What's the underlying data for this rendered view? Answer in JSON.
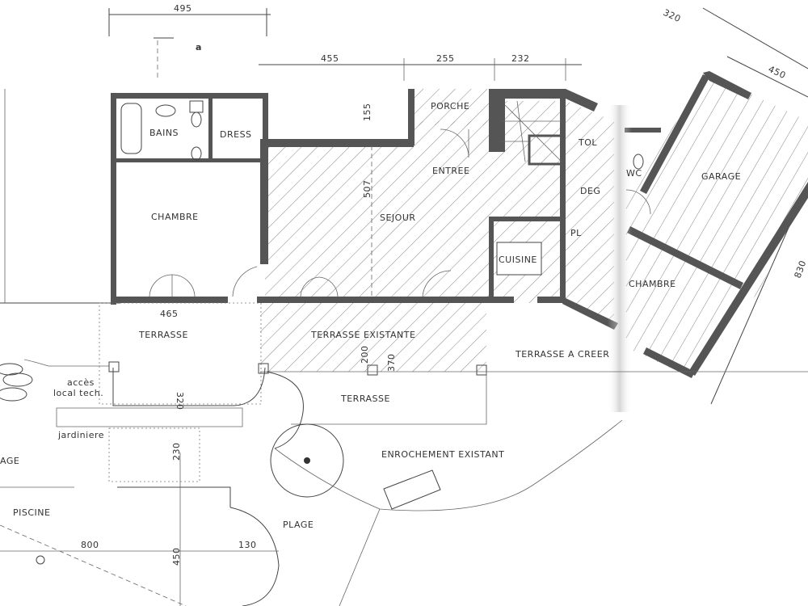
{
  "dimensions": {
    "top_width": "495",
    "section_mark": "a",
    "d455": "455",
    "d255": "255",
    "d232": "232",
    "d320_top": "320",
    "d450_right": "450",
    "d830": "830",
    "d155": "155",
    "d507": "507",
    "d465": "465",
    "d200": "200",
    "d370": "370",
    "d320_jard": "320",
    "d230": "230",
    "d800": "800",
    "d450_pool": "450",
    "d130": "130"
  },
  "rooms": {
    "porche": "PORCHE",
    "bains": "BAINS",
    "dress": "DRESS",
    "entree": "ENTREE",
    "chambre_left": "CHAMBRE",
    "sejour": "SEJOUR",
    "cuisine": "CUISINE",
    "toil": "TOL",
    "deg": "DEG",
    "pl": "PL",
    "wc": "WC",
    "garage": "GARAGE",
    "chambre_right": "CHAMBRE"
  },
  "exterior": {
    "terrasse_left": "TERRASSE",
    "terrasse_existante": "TERRASSE EXISTANTE",
    "terrasse_a_creer": "TERRASSE A CREER",
    "terrasse_bottom": "TERRASSE",
    "acces_line1": "accès",
    "acces_line2": "local tech.",
    "jardiniere": "jardiniere",
    "plage_left": "AGE",
    "piscine": "PISCINE",
    "plage": "PLAGE",
    "enrochement": "ENROCHEMENT EXISTANT"
  }
}
